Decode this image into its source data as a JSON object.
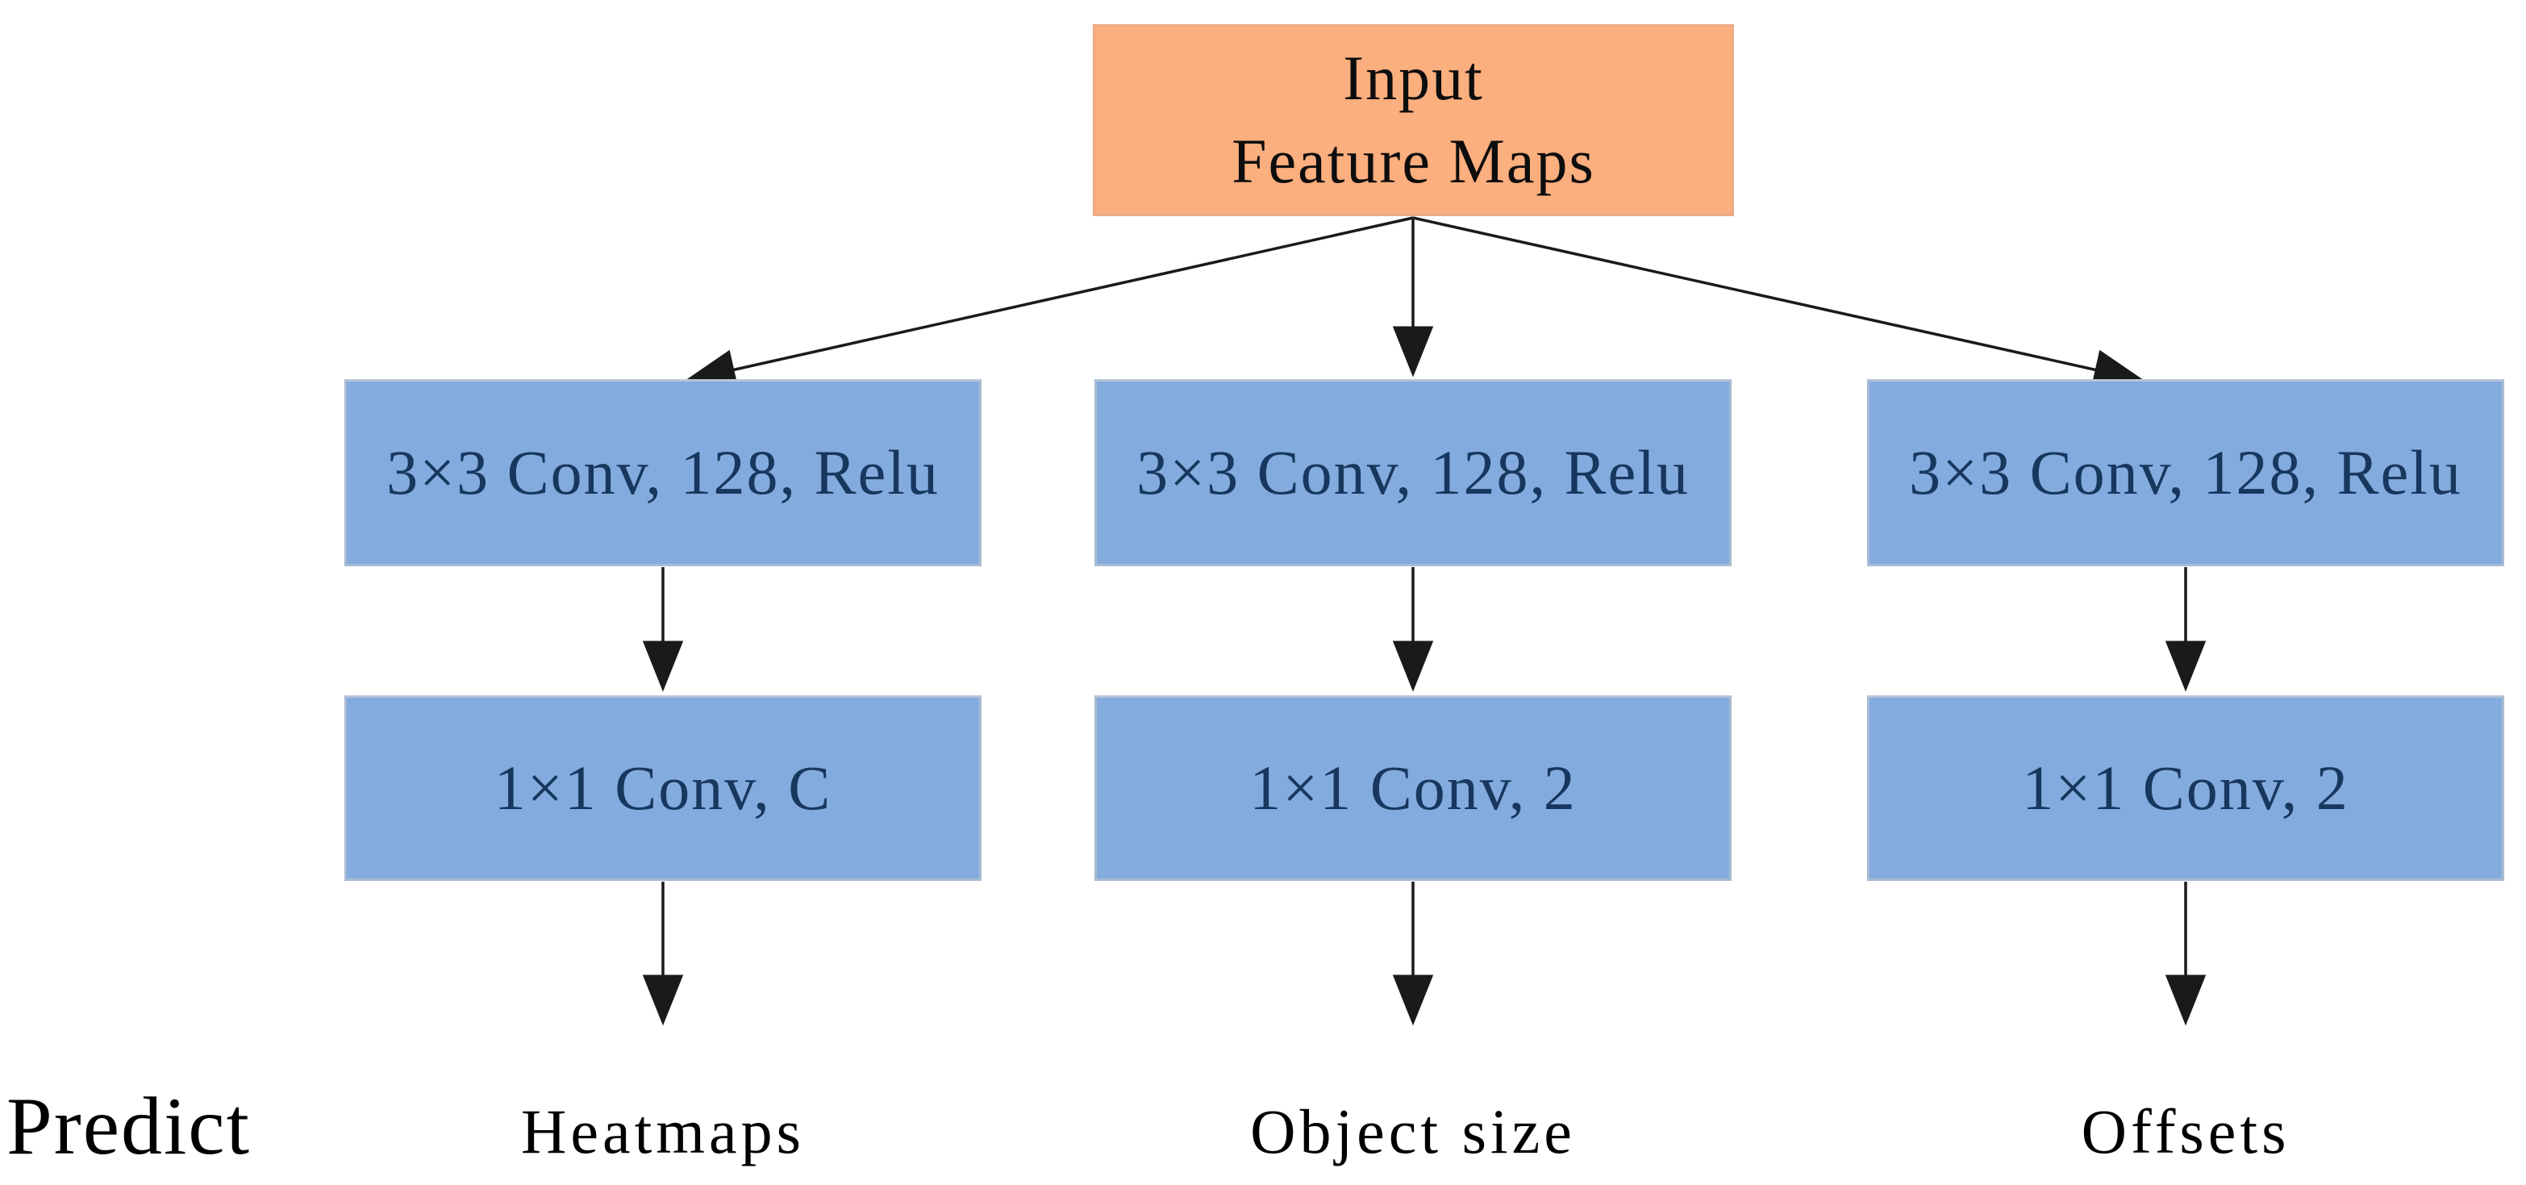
{
  "figure": {
    "type": "neural-network-head-diagram",
    "input_box": {
      "line1": "Input",
      "line2": "Feature Maps"
    },
    "branches": [
      {
        "id": "heatmaps",
        "conv1_label": "3×3 Conv, 128, Relu",
        "conv2_label": "1×1 Conv, C",
        "output_label": "Heatmaps"
      },
      {
        "id": "object-size",
        "conv1_label": "3×3 Conv, 128, Relu",
        "conv2_label": "1×1 Conv, 2",
        "output_label": "Object size"
      },
      {
        "id": "offsets",
        "conv1_label": "3×3 Conv, 128, Relu",
        "conv2_label": "1×1 Conv, 2",
        "output_label": "Offsets"
      }
    ],
    "predict_label": "Predict",
    "colors": {
      "background": "#FFFFFF",
      "input_fill": "#FBAE7E",
      "input_border": "#EDAB86",
      "conv_fill": "#84ABDE",
      "conv_border": "#A8BBD2",
      "conv_text": "#17375E",
      "arrow": "#1A1A1A",
      "label_text": "#000000"
    }
  }
}
